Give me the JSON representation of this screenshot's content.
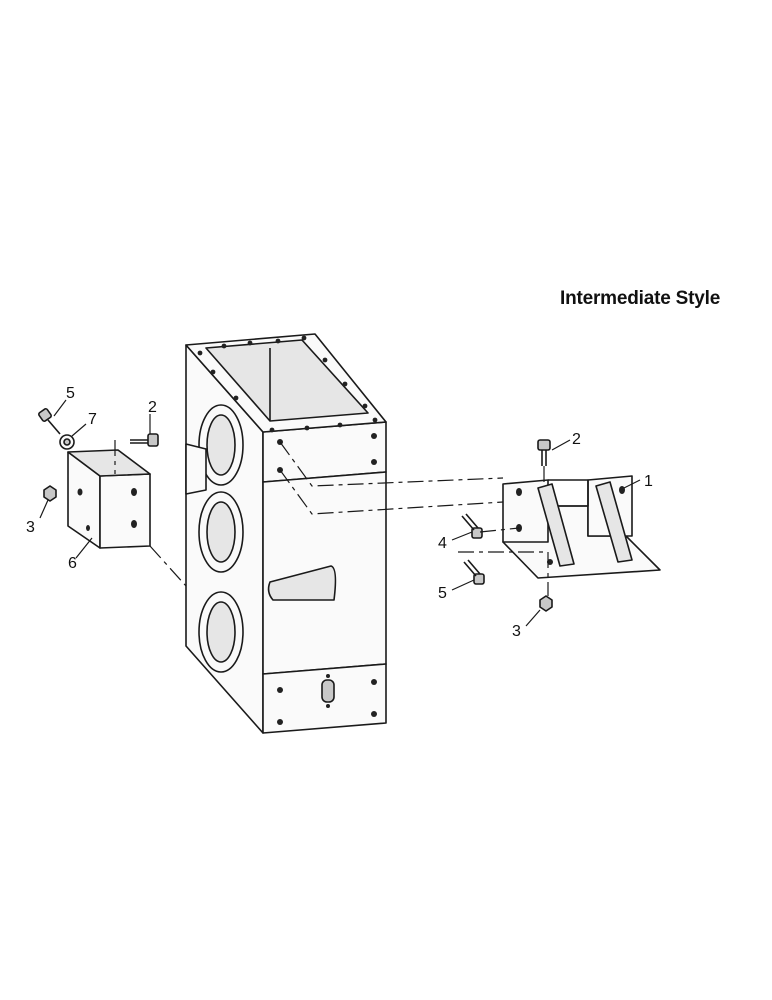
{
  "title": "Intermediate Style",
  "callouts": {
    "left_bolt_top": "5",
    "left_washer": "7",
    "left_bolt_upper": "2",
    "left_nut": "3",
    "left_bracket": "6",
    "right_bolt_upper": "2",
    "right_bracket": "1",
    "right_bolt_mid": "4",
    "right_bolt_lower": "5",
    "right_nut": "3"
  }
}
